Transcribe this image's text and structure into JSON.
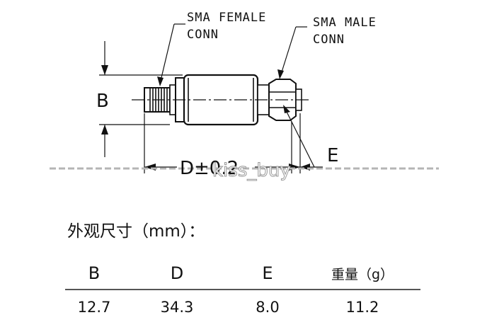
{
  "drawing": {
    "female_label": [
      "SMA FEMALE",
      "CONN"
    ],
    "male_label": [
      "SMA MALE",
      "CONN"
    ],
    "dim_b": "B",
    "dim_d": "D±0.2",
    "dim_e": "E",
    "watermark": "kiss_buy"
  },
  "section_title": "外观尺寸（mm）：",
  "table": {
    "headers": [
      "B",
      "D",
      "E",
      "重量（g）"
    ],
    "rows": [
      [
        "12.7",
        "34.3",
        "8.0",
        "11.2"
      ]
    ]
  }
}
